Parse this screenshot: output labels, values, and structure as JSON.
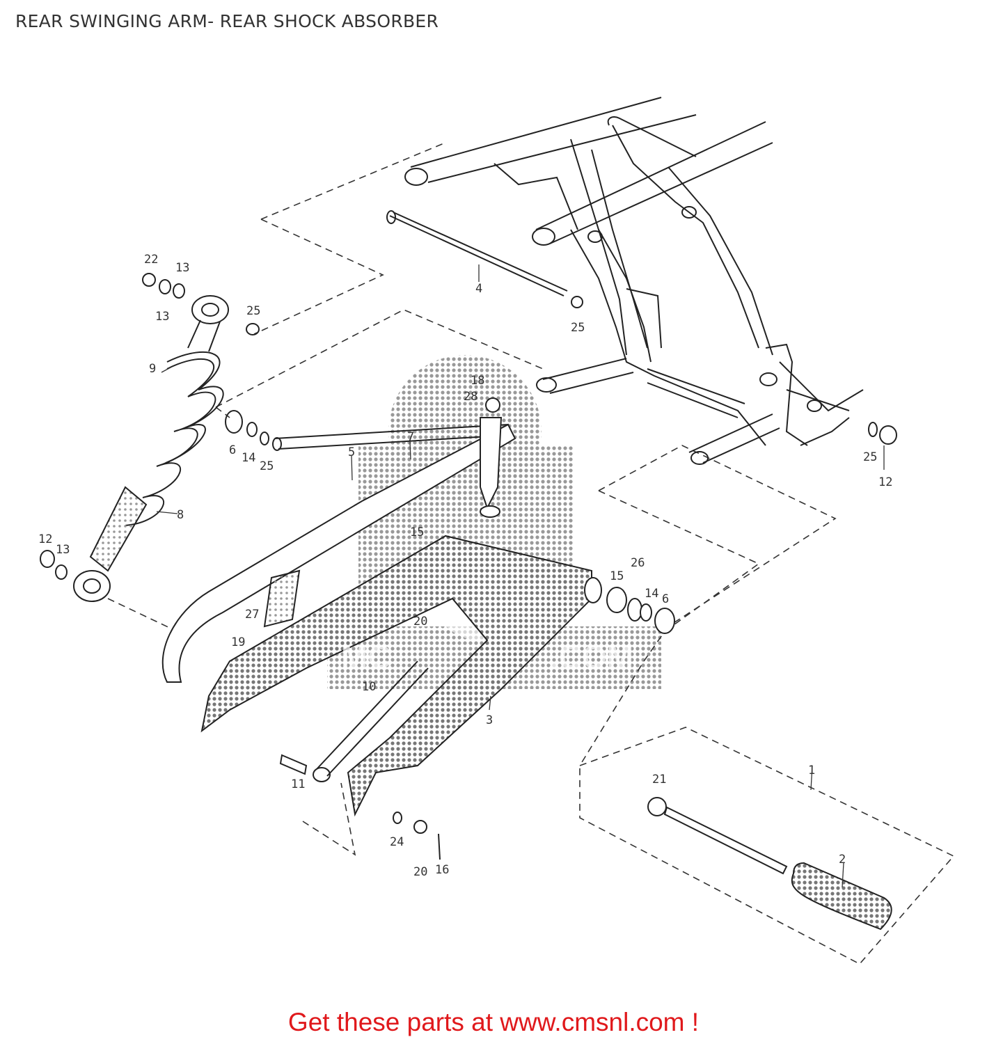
{
  "title": "REAR SWINGING ARM- REAR SHOCK ABSORBER",
  "footer": "Get these parts at www.cmsnl.com !",
  "part_labels": [
    {
      "id": "1",
      "text": "1"
    },
    {
      "id": "2",
      "text": "2"
    },
    {
      "id": "3",
      "text": "3"
    },
    {
      "id": "4",
      "text": "4"
    },
    {
      "id": "5",
      "text": "5"
    },
    {
      "id": "6a",
      "text": "6"
    },
    {
      "id": "6b",
      "text": "6"
    },
    {
      "id": "7",
      "text": "7"
    },
    {
      "id": "8",
      "text": "8"
    },
    {
      "id": "9",
      "text": "9"
    },
    {
      "id": "10",
      "text": "10"
    },
    {
      "id": "11",
      "text": "11"
    },
    {
      "id": "12a",
      "text": "12"
    },
    {
      "id": "12b",
      "text": "12"
    },
    {
      "id": "13a",
      "text": "13"
    },
    {
      "id": "13b",
      "text": "13"
    },
    {
      "id": "13c",
      "text": "13"
    },
    {
      "id": "14a",
      "text": "14"
    },
    {
      "id": "14b",
      "text": "14"
    },
    {
      "id": "15a",
      "text": "15"
    },
    {
      "id": "15b",
      "text": "15"
    },
    {
      "id": "16",
      "text": "16"
    },
    {
      "id": "18",
      "text": "18"
    },
    {
      "id": "19",
      "text": "19"
    },
    {
      "id": "20a",
      "text": "20"
    },
    {
      "id": "20b",
      "text": "20"
    },
    {
      "id": "21",
      "text": "21"
    },
    {
      "id": "22",
      "text": "22"
    },
    {
      "id": "24",
      "text": "24"
    },
    {
      "id": "25a",
      "text": "25"
    },
    {
      "id": "25b",
      "text": "25"
    },
    {
      "id": "25c",
      "text": "25"
    },
    {
      "id": "25d",
      "text": "25"
    },
    {
      "id": "26",
      "text": "26"
    },
    {
      "id": "27",
      "text": "27"
    },
    {
      "id": "28",
      "text": "28"
    }
  ],
  "colors": {
    "footer": "#e0181b",
    "title": "#333333",
    "line": "#222222",
    "watermark": "#9a9a9a"
  }
}
